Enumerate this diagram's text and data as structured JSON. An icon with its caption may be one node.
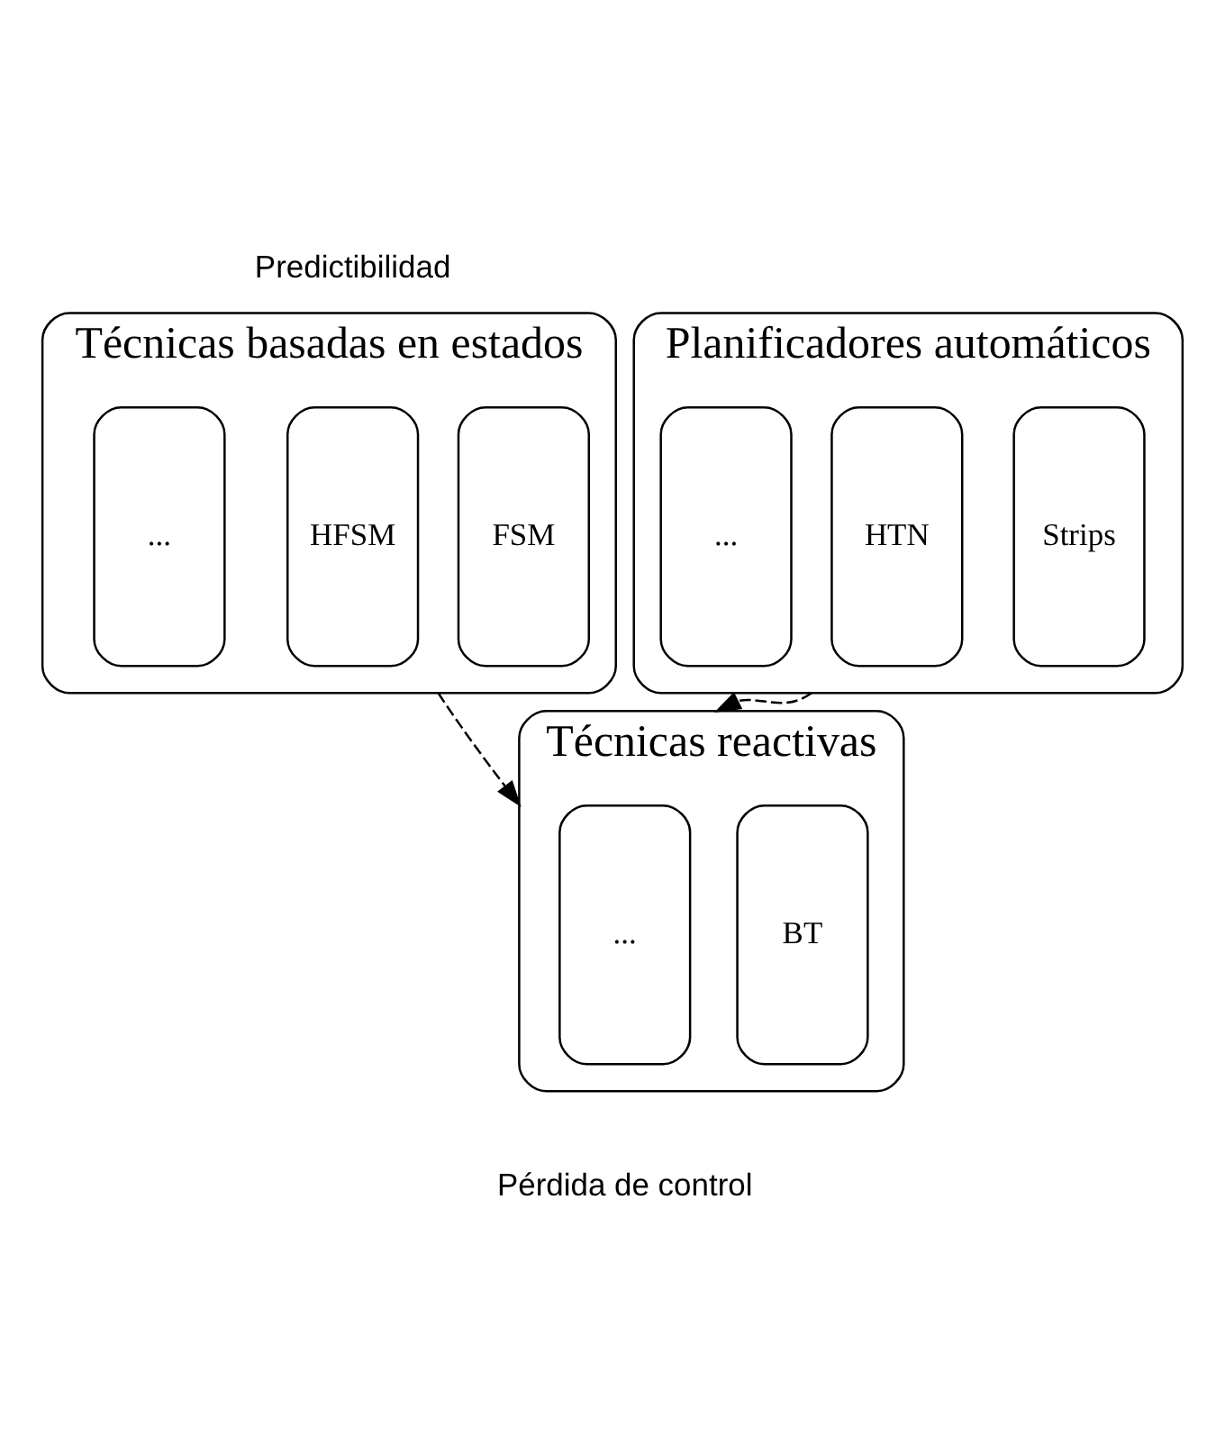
{
  "diagram": {
    "nodes": [
      {
        "text": [
          "Técnicas basadas en estados"
        ]
      },
      {
        "text": [
          "FSM"
        ],
        "in": 0
      },
      {
        "text": [
          "HFSM"
        ],
        "in": 0
      },
      {
        "text": [
          "..."
        ],
        "in": 0
      },
      {
        "text": [
          "Planificadores automáticos"
        ]
      },
      {
        "text": [
          "Strips"
        ],
        "in": 4
      },
      {
        "text": [
          "HTN"
        ],
        "in": 4
      },
      {
        "text": [
          "..."
        ],
        "in": 4
      },
      {
        "text": [
          "Técnicas reactivas"
        ]
      },
      {
        "text": [
          "BT"
        ],
        "in": 8
      },
      {
        "text": [
          "..."
        ],
        "in": 8
      }
    ],
    "edges": [
      {
        "from": 0,
        "to": 8,
        "arrow": "to",
        "style": "dashed"
      },
      {
        "from": 4,
        "to": 8,
        "arrow": "to",
        "style": "dashed"
      }
    ],
    "labels": [
      "Predictibilidad",
      "Pérdida de control"
    ]
  }
}
